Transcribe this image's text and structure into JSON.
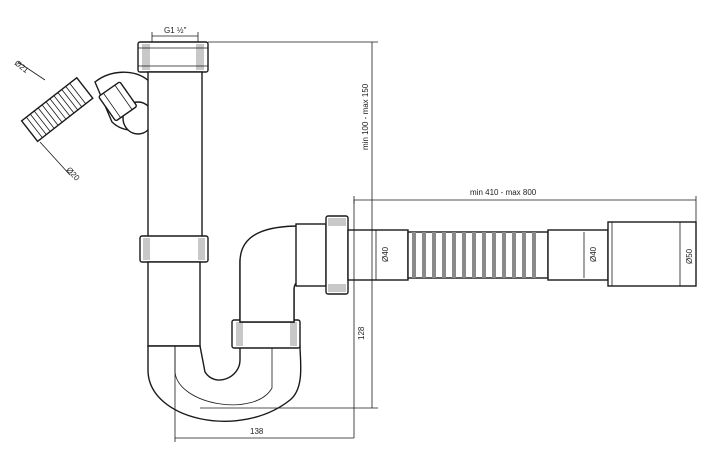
{
  "labels": {
    "thread": "G1 ½\"",
    "height_range": "min 100 - max 150",
    "hose_inlet_dia": "Ø21",
    "hose_outlet_dia": "Ø20",
    "flex_length": "min 410 - max 800",
    "nut_dia": "Ø40",
    "flex_dia": "Ø40",
    "end_dia": "Ø50",
    "trap_height": "128",
    "trap_width": "138"
  }
}
